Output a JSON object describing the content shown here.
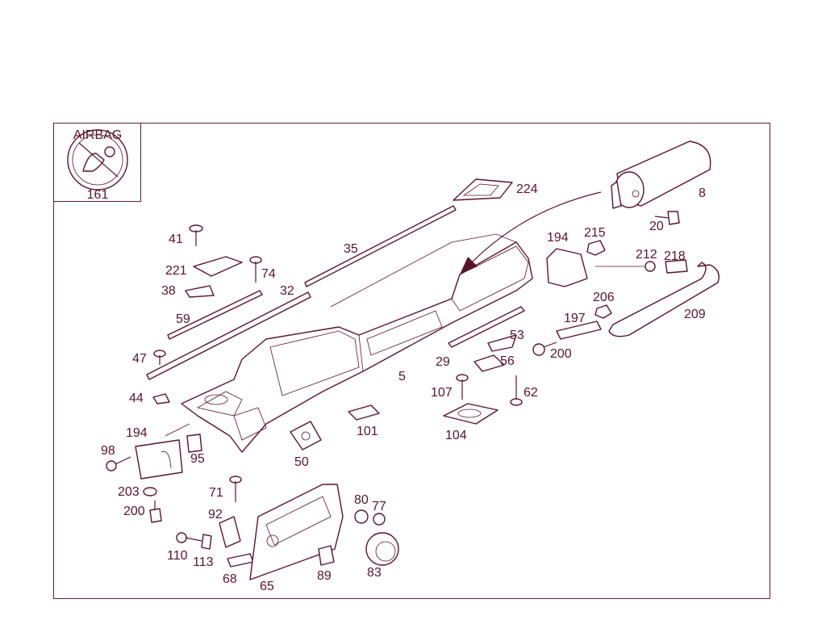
{
  "diagram": {
    "inset": {
      "badge_text": "AIRBAG",
      "label": "161"
    },
    "callouts": [
      {
        "id": "c224",
        "text": "224"
      },
      {
        "id": "c8",
        "text": "8"
      },
      {
        "id": "c20",
        "text": "20"
      },
      {
        "id": "c194a",
        "text": "194"
      },
      {
        "id": "c215",
        "text": "215"
      },
      {
        "id": "c212",
        "text": "212"
      },
      {
        "id": "c218",
        "text": "218"
      },
      {
        "id": "c35",
        "text": "35"
      },
      {
        "id": "c41",
        "text": "41"
      },
      {
        "id": "c221",
        "text": "221"
      },
      {
        "id": "c74",
        "text": "74"
      },
      {
        "id": "c38",
        "text": "38"
      },
      {
        "id": "c32",
        "text": "32"
      },
      {
        "id": "c59",
        "text": "59"
      },
      {
        "id": "c206",
        "text": "206"
      },
      {
        "id": "c197",
        "text": "197"
      },
      {
        "id": "c209",
        "text": "209"
      },
      {
        "id": "c53",
        "text": "53"
      },
      {
        "id": "c200a",
        "text": "200"
      },
      {
        "id": "c47",
        "text": "47"
      },
      {
        "id": "c29",
        "text": "29"
      },
      {
        "id": "c56",
        "text": "56"
      },
      {
        "id": "c5",
        "text": "5"
      },
      {
        "id": "c44",
        "text": "44"
      },
      {
        "id": "c107",
        "text": "107"
      },
      {
        "id": "c62",
        "text": "62"
      },
      {
        "id": "c101",
        "text": "101"
      },
      {
        "id": "c194b",
        "text": "194"
      },
      {
        "id": "c104",
        "text": "104"
      },
      {
        "id": "c98",
        "text": "98"
      },
      {
        "id": "c95",
        "text": "95"
      },
      {
        "id": "c50",
        "text": "50"
      },
      {
        "id": "c71",
        "text": "71"
      },
      {
        "id": "c203",
        "text": "203"
      },
      {
        "id": "c80",
        "text": "80"
      },
      {
        "id": "c77",
        "text": "77"
      },
      {
        "id": "c200b",
        "text": "200"
      },
      {
        "id": "c92",
        "text": "92"
      },
      {
        "id": "c110",
        "text": "110"
      },
      {
        "id": "c113",
        "text": "113"
      },
      {
        "id": "c83",
        "text": "83"
      },
      {
        "id": "c89",
        "text": "89"
      },
      {
        "id": "c68",
        "text": "68"
      },
      {
        "id": "c65",
        "text": "65"
      }
    ]
  }
}
